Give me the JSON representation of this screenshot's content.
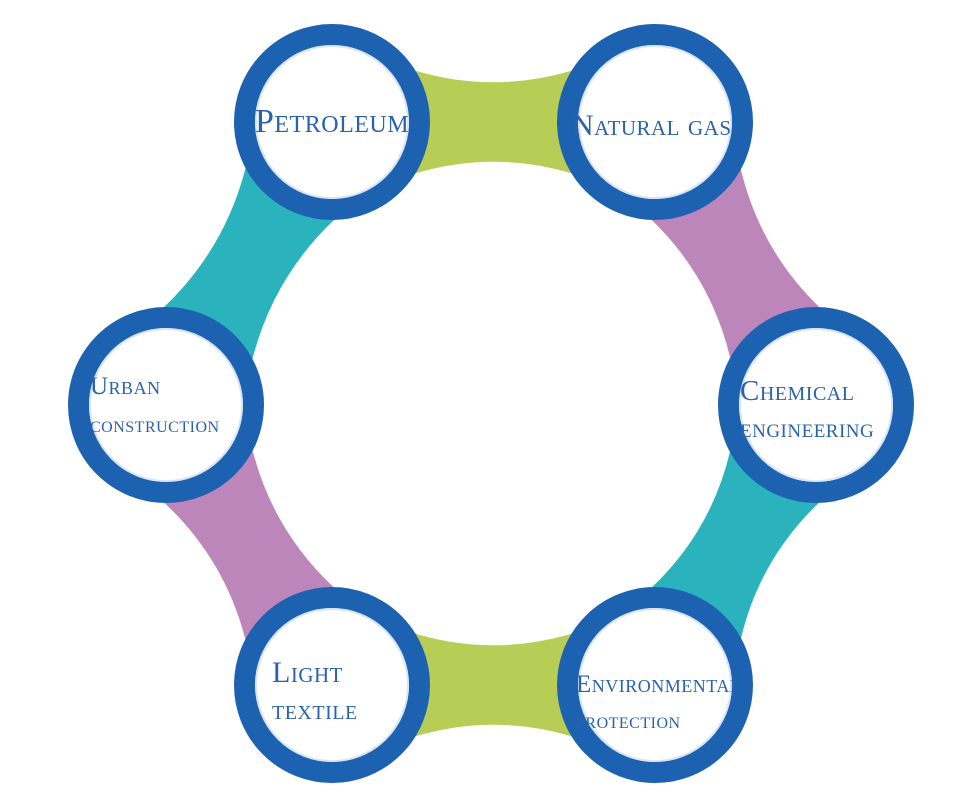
{
  "colors": {
    "ring": "#1d61b1",
    "connector_green": "#b8cd55",
    "connector_teal": "#2ab3bd",
    "connector_purple": "#bd86ba",
    "label": "#2a62ad"
  },
  "nodes": [
    {
      "id": "petroleum",
      "lines": [
        "Petroleum"
      ]
    },
    {
      "id": "natural-gas",
      "lines": [
        "Natural gas"
      ]
    },
    {
      "id": "chemical-engineering",
      "lines": [
        "Chemical",
        "engineering"
      ]
    },
    {
      "id": "environmental-protection",
      "lines": [
        "Environmental",
        "protection"
      ]
    },
    {
      "id": "light-textile",
      "lines": [
        "Light",
        "textile"
      ]
    },
    {
      "id": "urban-construction",
      "lines": [
        "Urban",
        "construction"
      ]
    }
  ]
}
